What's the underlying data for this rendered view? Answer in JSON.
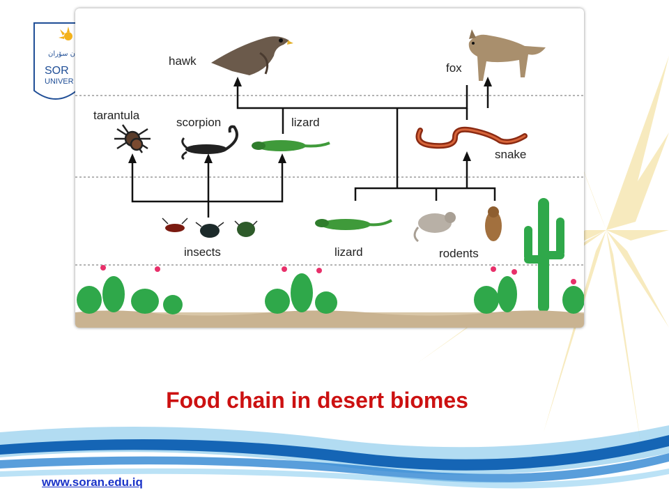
{
  "slide": {
    "title": "Food chain in desert biomes",
    "website": "www.soran.edu.iq"
  },
  "logo": {
    "arabic_text": "ن سۆران",
    "latin_text_line1": "SOR",
    "latin_text_line2": "UNIVER",
    "color": "#1f4e96"
  },
  "diagram": {
    "labels": {
      "hawk": "hawk",
      "fox": "fox",
      "tarantula": "tarantula",
      "scorpion": "scorpion",
      "lizard_top": "lizard",
      "snake": "snake",
      "insects": "insects",
      "lizard_bottom": "lizard",
      "rodents": "rodents"
    },
    "line_color": "#111111",
    "dotted_line_color": "#9a9a9a",
    "ground_color": "#d9c7a8",
    "cactus_color": "#2fa84a",
    "flower_color": "#e8306a"
  },
  "colors": {
    "title": "#cc1111",
    "link": "#1a33c8",
    "sunburst": "#f6e7b3",
    "wave_dark": "#1565b5",
    "wave_light": "#7fc4ea"
  }
}
